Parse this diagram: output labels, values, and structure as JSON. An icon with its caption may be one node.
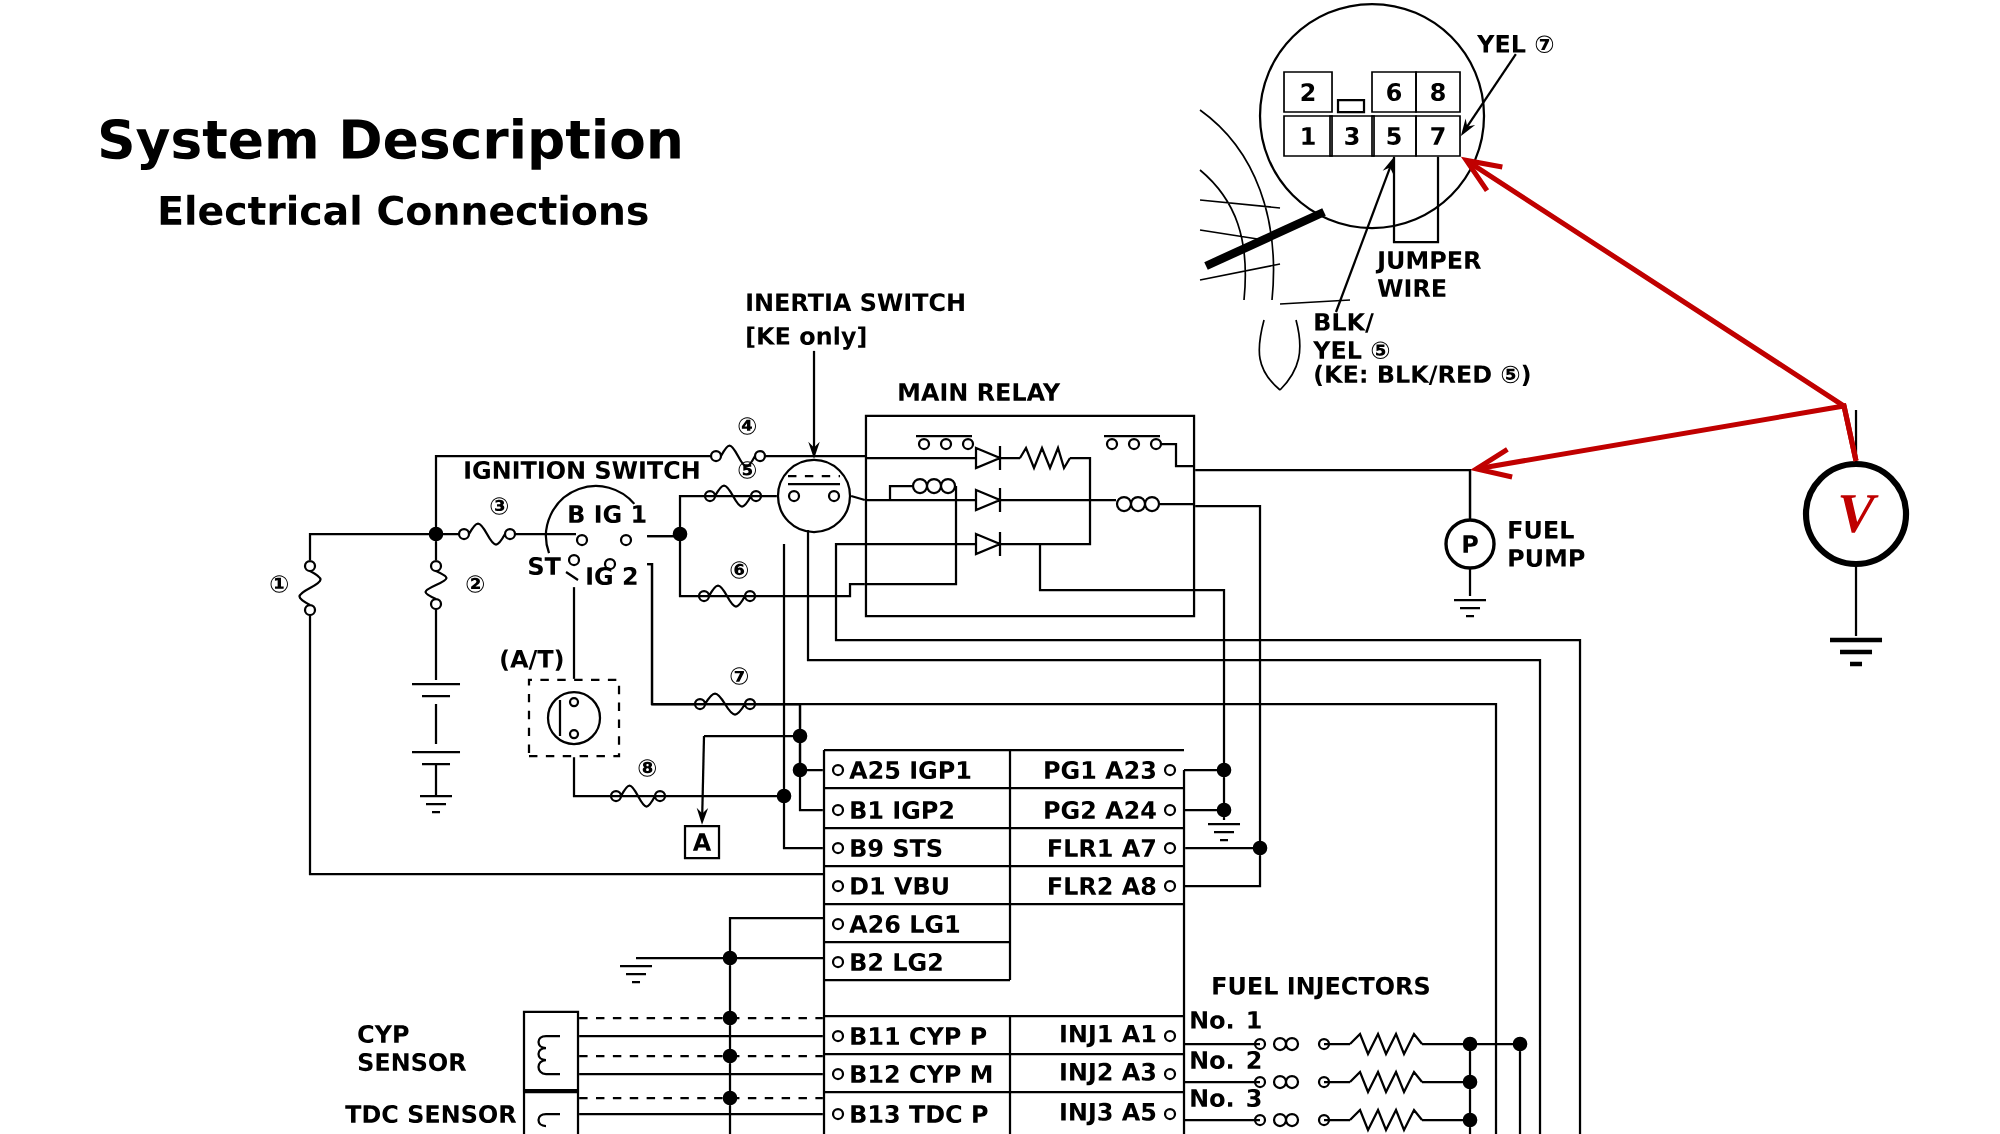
{
  "diagram": {
    "title": "System Description",
    "nodes": [
      {
        "text": [
          "2"
        ]
      },
      {
        "text": [
          "6"
        ]
      },
      {
        "text": [
          "8"
        ]
      },
      {
        "text": [
          "1"
        ]
      },
      {
        "text": [
          "3"
        ]
      },
      {
        "text": [
          "5"
        ]
      },
      {
        "text": [
          "7"
        ]
      },
      {
        "text": [
          "YEL ⑦"
        ]
      },
      {
        "text": [
          "BLK/ YEL ⑤",
          "(KE: BLK/RED ⑤)"
        ]
      },
      {
        "text": [
          "V"
        ]
      },
      {
        "text": [
          "INERTIA SWITCH",
          "[KE only]"
        ]
      },
      {
        "text": [
          "MAIN RELAY"
        ]
      },
      {
        "text": [],
        "shape": "circle"
      },
      {
        "text": [
          "IGNITION SWITCH",
          "B IG 1",
          "ST",
          "IG 2"
        ]
      },
      {
        "text": [
          "P"
        ],
        "beside": [
          "FUEL PUMP"
        ]
      },
      {
        "text": [
          "(A/T)"
        ]
      },
      {
        "text": [
          "A"
        ]
      },
      {
        "text": [
          "A25 IGP1",
          "PG1 A23",
          "B1 IGP2",
          "PG2 A24",
          "B9 STS",
          "FLR1 A7",
          "D1 VBU",
          "FLR2 A8",
          "A26 LG1",
          "B2 LG2",
          "B11 CYP P",
          "INJ1 A1",
          "B12 CYP M",
          "INJ2 A3",
          "B13 TDC P",
          "INJ3 A5"
        ]
      },
      {
        "text": [
          "CYP SENSOR"
        ]
      },
      {
        "text": [
          "TDC SENSOR"
        ]
      }
    ],
    "edges": [
      {
        "from": 7,
        "to": 6,
        "arrow": "to"
      },
      {
        "from": 8,
        "to": 5,
        "arrow": "to"
      },
      {
        "from": 9,
        "to": 6,
        "arrow": "to",
        "color": "#c00000"
      },
      {
        "from": 9,
        "to": null,
        "arrow": "to",
        "color": "#c00000"
      },
      {
        "from": 10,
        "to": 12,
        "arrow": "to"
      },
      {
        "from": null,
        "to": 16,
        "arrow": "to"
      },
      {
        "from": 13,
        "to": 12,
        "arrow": "none"
      },
      {
        "from": 12,
        "to": 11,
        "arrow": "none"
      },
      {
        "from": 13,
        "to": 11,
        "arrow": "none"
      },
      {
        "from": 11,
        "to": 14,
        "arrow": "none"
      },
      {
        "from": 11,
        "to": 17,
        "arrow": "none"
      },
      {
        "from": 13,
        "to": 15,
        "arrow": "none"
      },
      {
        "from": 13,
        "to": 17,
        "arrow": "none"
      },
      {
        "from": 15,
        "to": 17,
        "arrow": "none"
      },
      {
        "from": 18,
        "to": 17,
        "arrow": "none"
      },
      {
        "from": 18,
        "to": 17,
        "arrow": "none"
      },
      {
        "from": 19,
        "to": 17,
        "arrow": "none"
      },
      {
        "from": 5,
        "to": 6,
        "arrow": "none"
      },
      {
        "from": 13,
        "to": 17,
        "arrow": "none"
      },
      {
        "from": 18,
        "to": 17,
        "arrow": "none",
        "style": "dashed"
      },
      {
        "from": 18,
        "to": 17,
        "arrow": "none",
        "style": "dashed"
      },
      {
        "from": 19,
        "to": 17,
        "arrow": "none",
        "style": "dashed"
      }
    ],
    "labels": [
      "Electrical Connections",
      "JUMPER WIRE",
      "④",
      "⑤",
      "③",
      "①",
      "②",
      "⑥",
      "⑦",
      "⑧",
      "FUEL INJECTORS",
      "No. 1",
      "No. 2",
      "No. 3"
    ]
  }
}
